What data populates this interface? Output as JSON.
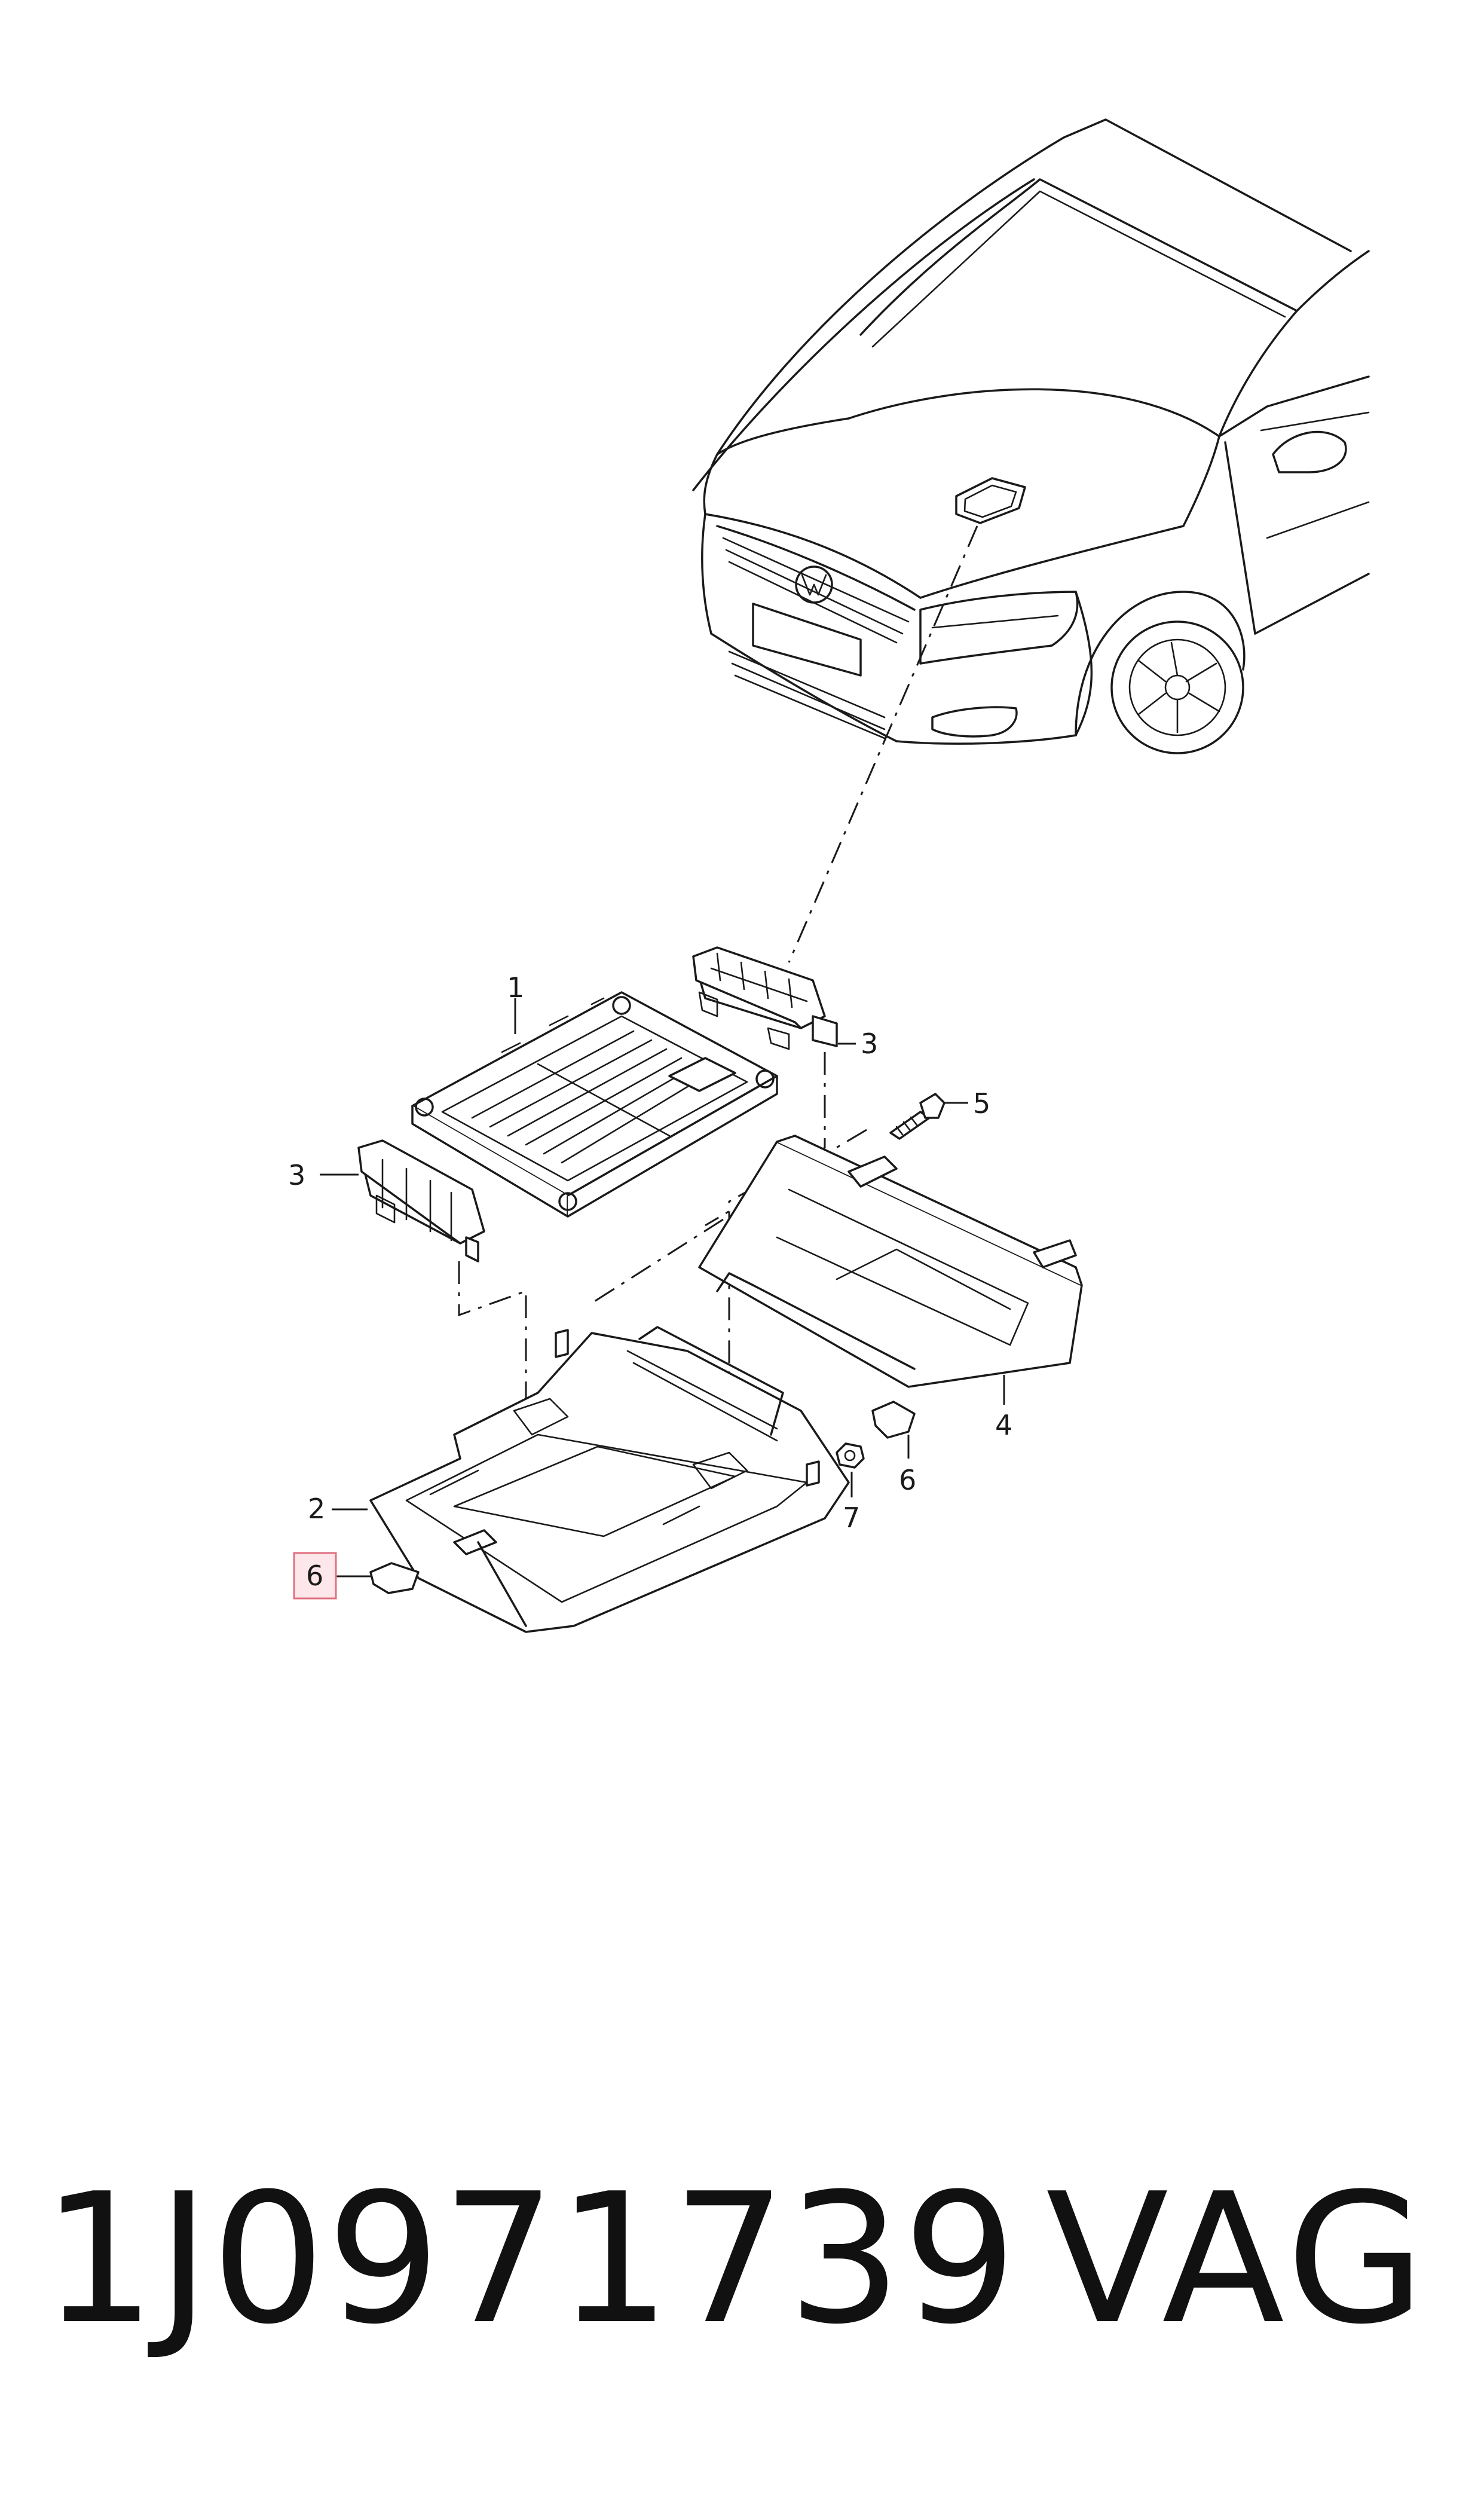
{
  "callouts": [
    {
      "id": "c1",
      "text": "1"
    },
    {
      "id": "c2",
      "text": "2"
    },
    {
      "id": "c3a",
      "text": "3"
    },
    {
      "id": "c3b",
      "text": "3"
    },
    {
      "id": "c4",
      "text": "4"
    },
    {
      "id": "c5",
      "text": "5"
    },
    {
      "id": "c6a",
      "text": "6"
    },
    {
      "id": "c6b",
      "text": "6"
    },
    {
      "id": "c7",
      "text": "7"
    }
  ],
  "footer": {
    "part_number": "1J0971739",
    "brand": "VAG"
  },
  "colors": {
    "line": "#1a1a1a",
    "highlight_fill": "#fde7ea",
    "highlight_stroke": "#e0707f"
  }
}
